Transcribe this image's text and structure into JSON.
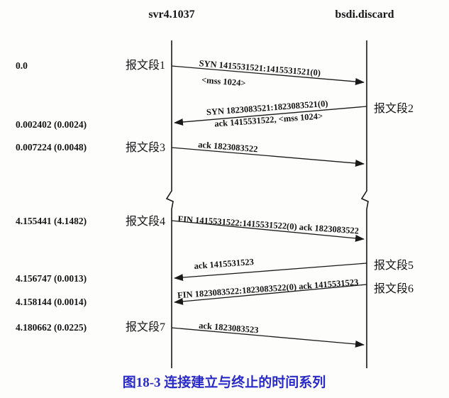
{
  "diagram": {
    "hosts": {
      "left": "svr4.1037",
      "right": "bsdi.discard"
    },
    "messages": [
      {
        "segment": "报文段1",
        "time": "0.0",
        "direction": "left-to-right",
        "label_top": "SYN 1415531521:1415531521(0)",
        "label_bottom": "<mss 1024>"
      },
      {
        "segment": "报文段2",
        "time": "0.002402 (0.0024)",
        "direction": "right-to-left",
        "label_top": "SYN 1823083521:1823083521(0)",
        "label_bottom": "ack 1415531522, <mss 1024>"
      },
      {
        "segment": "报文段3",
        "time": "0.007224 (0.0048)",
        "direction": "left-to-right",
        "label_top": "ack 1823083522",
        "label_bottom": ""
      },
      {
        "segment": "报文段4",
        "time": "4.155441 (4.1482)",
        "direction": "left-to-right",
        "label_top": "FIN 1415531522:1415531522(0) ack 1823083522",
        "label_bottom": ""
      },
      {
        "segment": "报文段5",
        "time": "4.156747 (0.0013)",
        "direction": "right-to-left",
        "label_top": "ack 1415531523",
        "label_bottom": ""
      },
      {
        "segment": "报文段6",
        "time": "4.158144 (0.0014)",
        "direction": "right-to-left",
        "label_top": "FIN 1823083522:1823083522(0) ack 1415531523",
        "label_bottom": ""
      },
      {
        "segment": "报文段7",
        "time": "4.180662 (0.0225)",
        "direction": "left-to-right",
        "label_top": "ack 1823083523",
        "label_bottom": ""
      }
    ],
    "caption": "图18-3  连接建立与终止的时间系列",
    "colors": {
      "ink": "#1a1a1a",
      "caption_blue": "#2a2ac8",
      "background": "#fdfdfb"
    }
  }
}
